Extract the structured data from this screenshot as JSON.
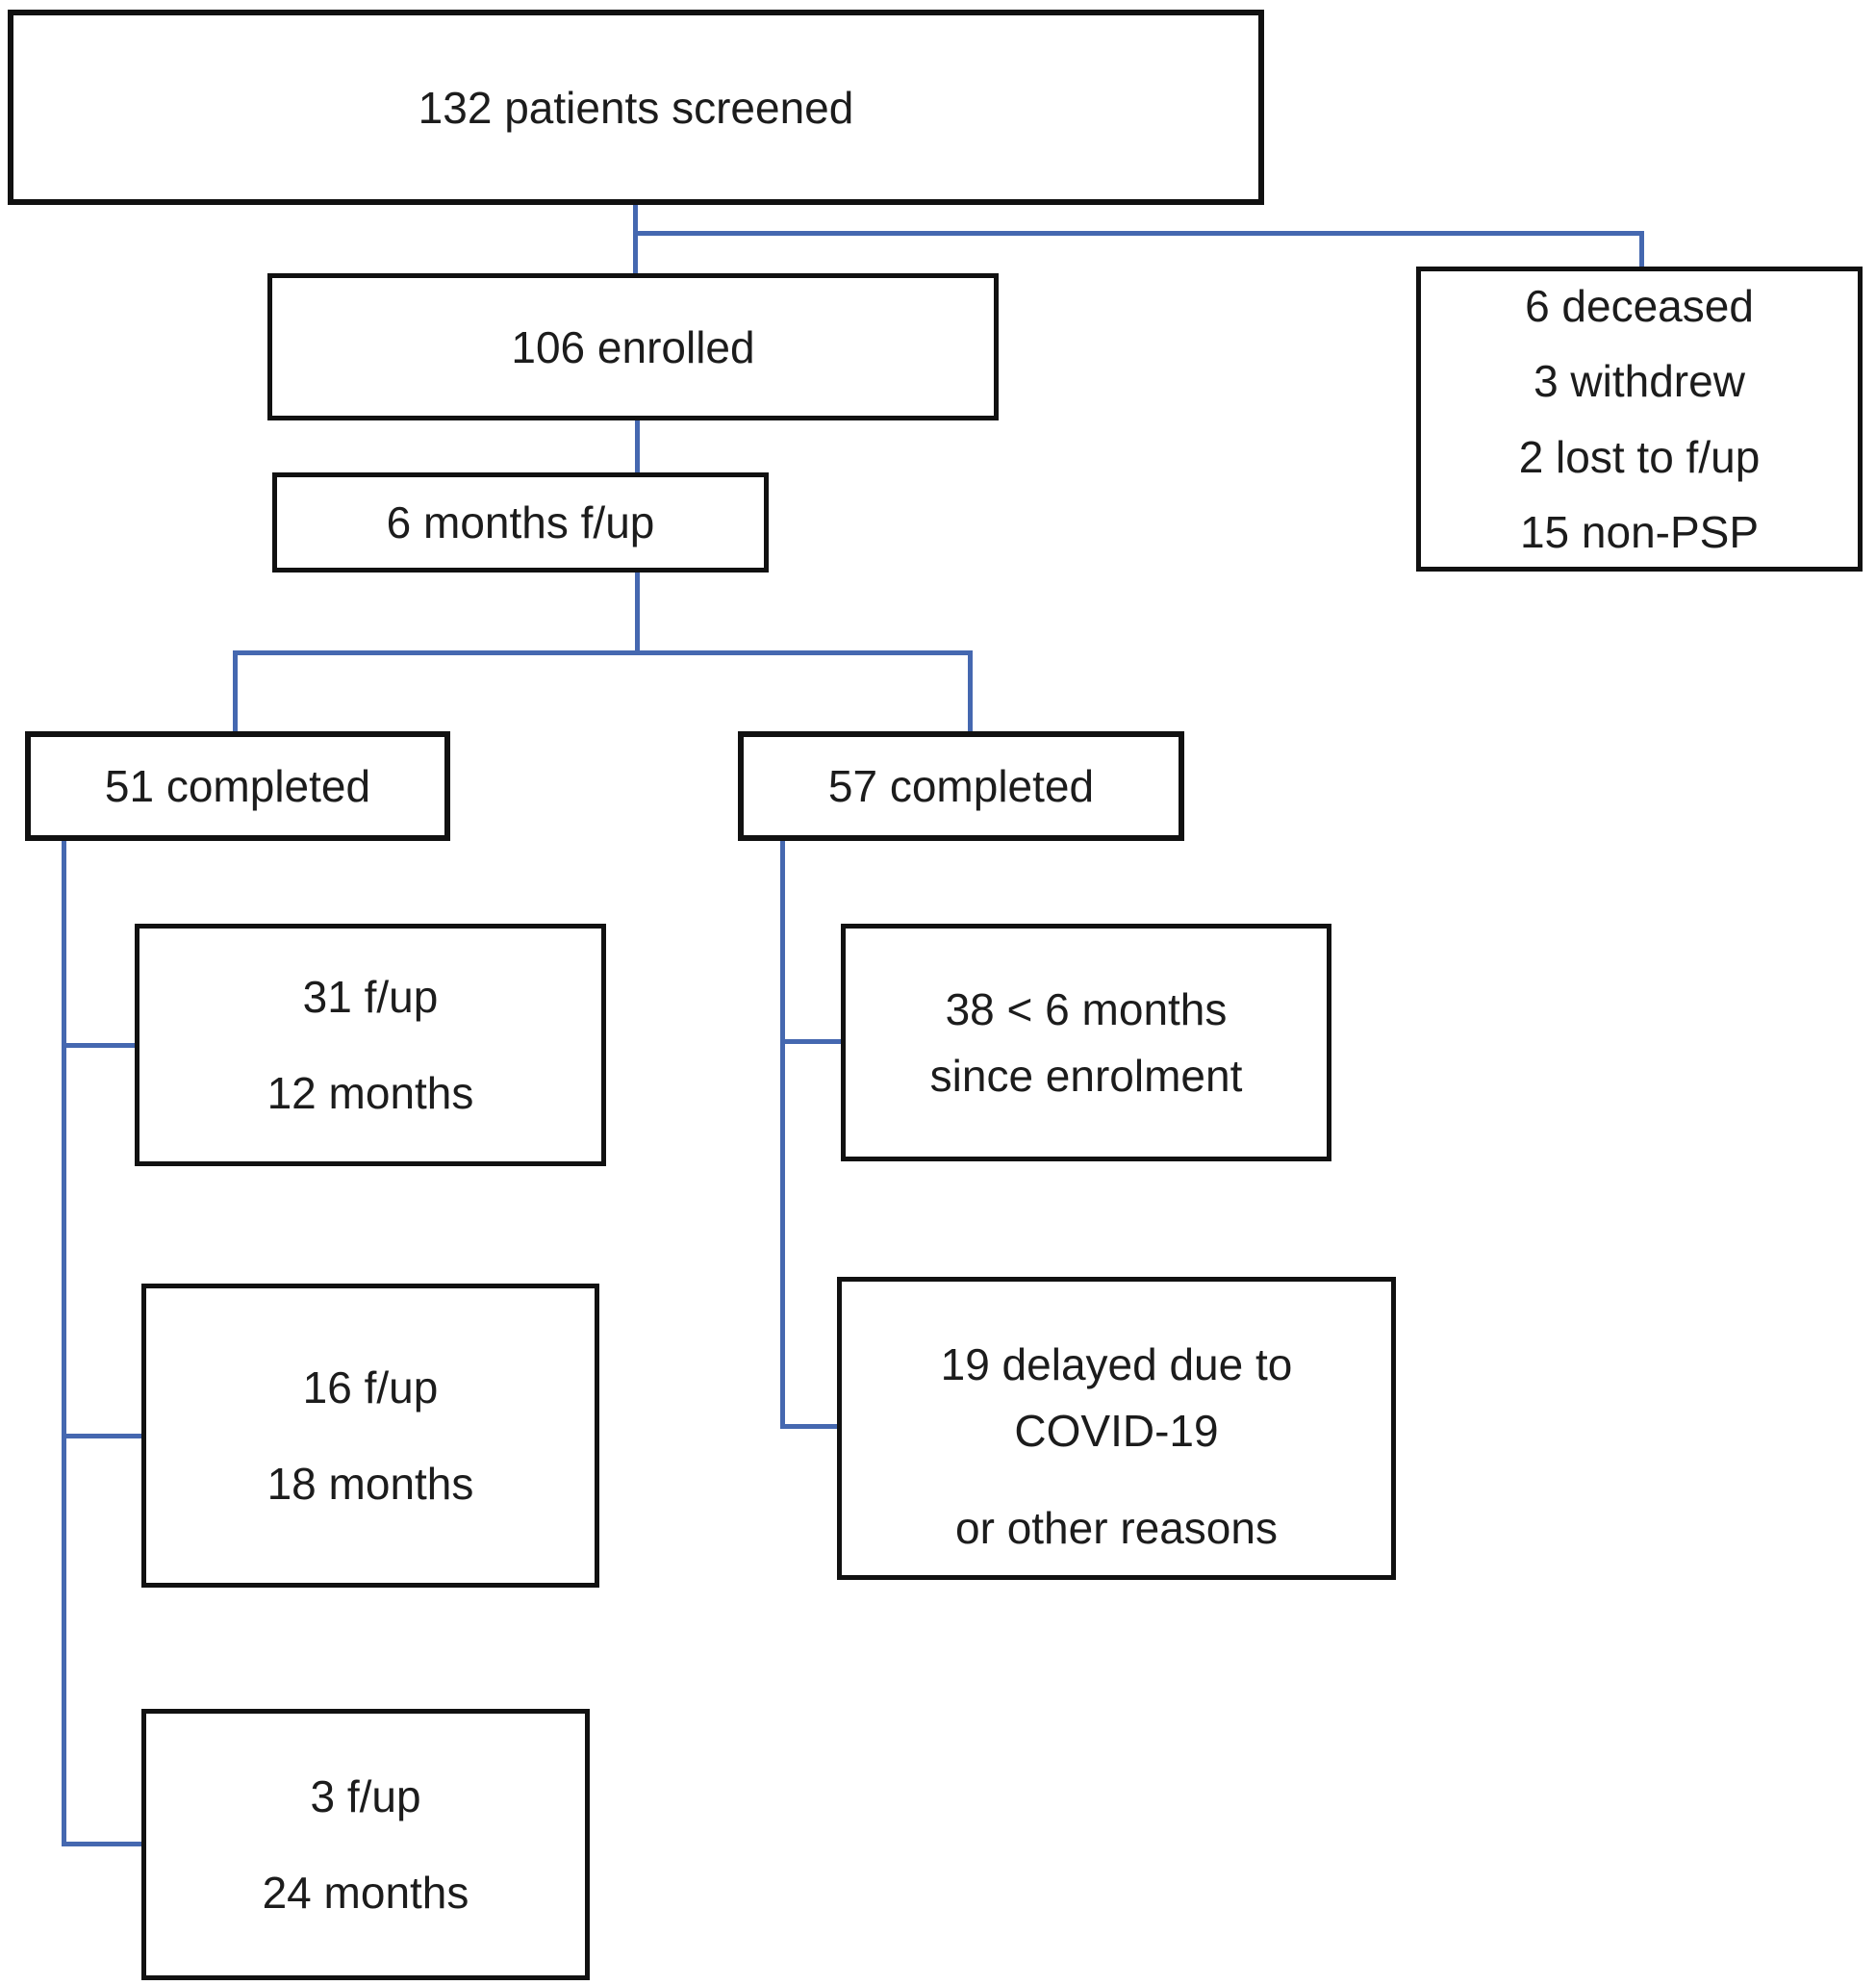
{
  "colors": {
    "connector_blue": "#4568b0",
    "box_border": "#111111",
    "text": "#1c1c1c",
    "background": "#ffffff"
  },
  "nodes": {
    "screened": {
      "label": "132 patients screened"
    },
    "enrolled": {
      "label": "106 enrolled"
    },
    "six_month_fup": {
      "label": "6 months f/up"
    },
    "exclusions": {
      "lines": [
        "6 deceased",
        "3 withdrew",
        "2 lost to f/up",
        "15 non-PSP"
      ]
    },
    "completed_51": {
      "label": "51 completed"
    },
    "completed_57": {
      "label": "57 completed"
    },
    "fup_12_months": {
      "lines": [
        "31 f/up",
        "12 months"
      ]
    },
    "fup_18_months": {
      "lines": [
        "16 f/up",
        "18 months"
      ]
    },
    "fup_24_months": {
      "lines": [
        "3 f/up",
        "24 months"
      ]
    },
    "under_6_months": {
      "lines": [
        "38 < 6 months",
        "since enrolment"
      ]
    },
    "delayed": {
      "lines": [
        "19 delayed due to",
        "COVID-19",
        "or other reasons"
      ]
    }
  }
}
